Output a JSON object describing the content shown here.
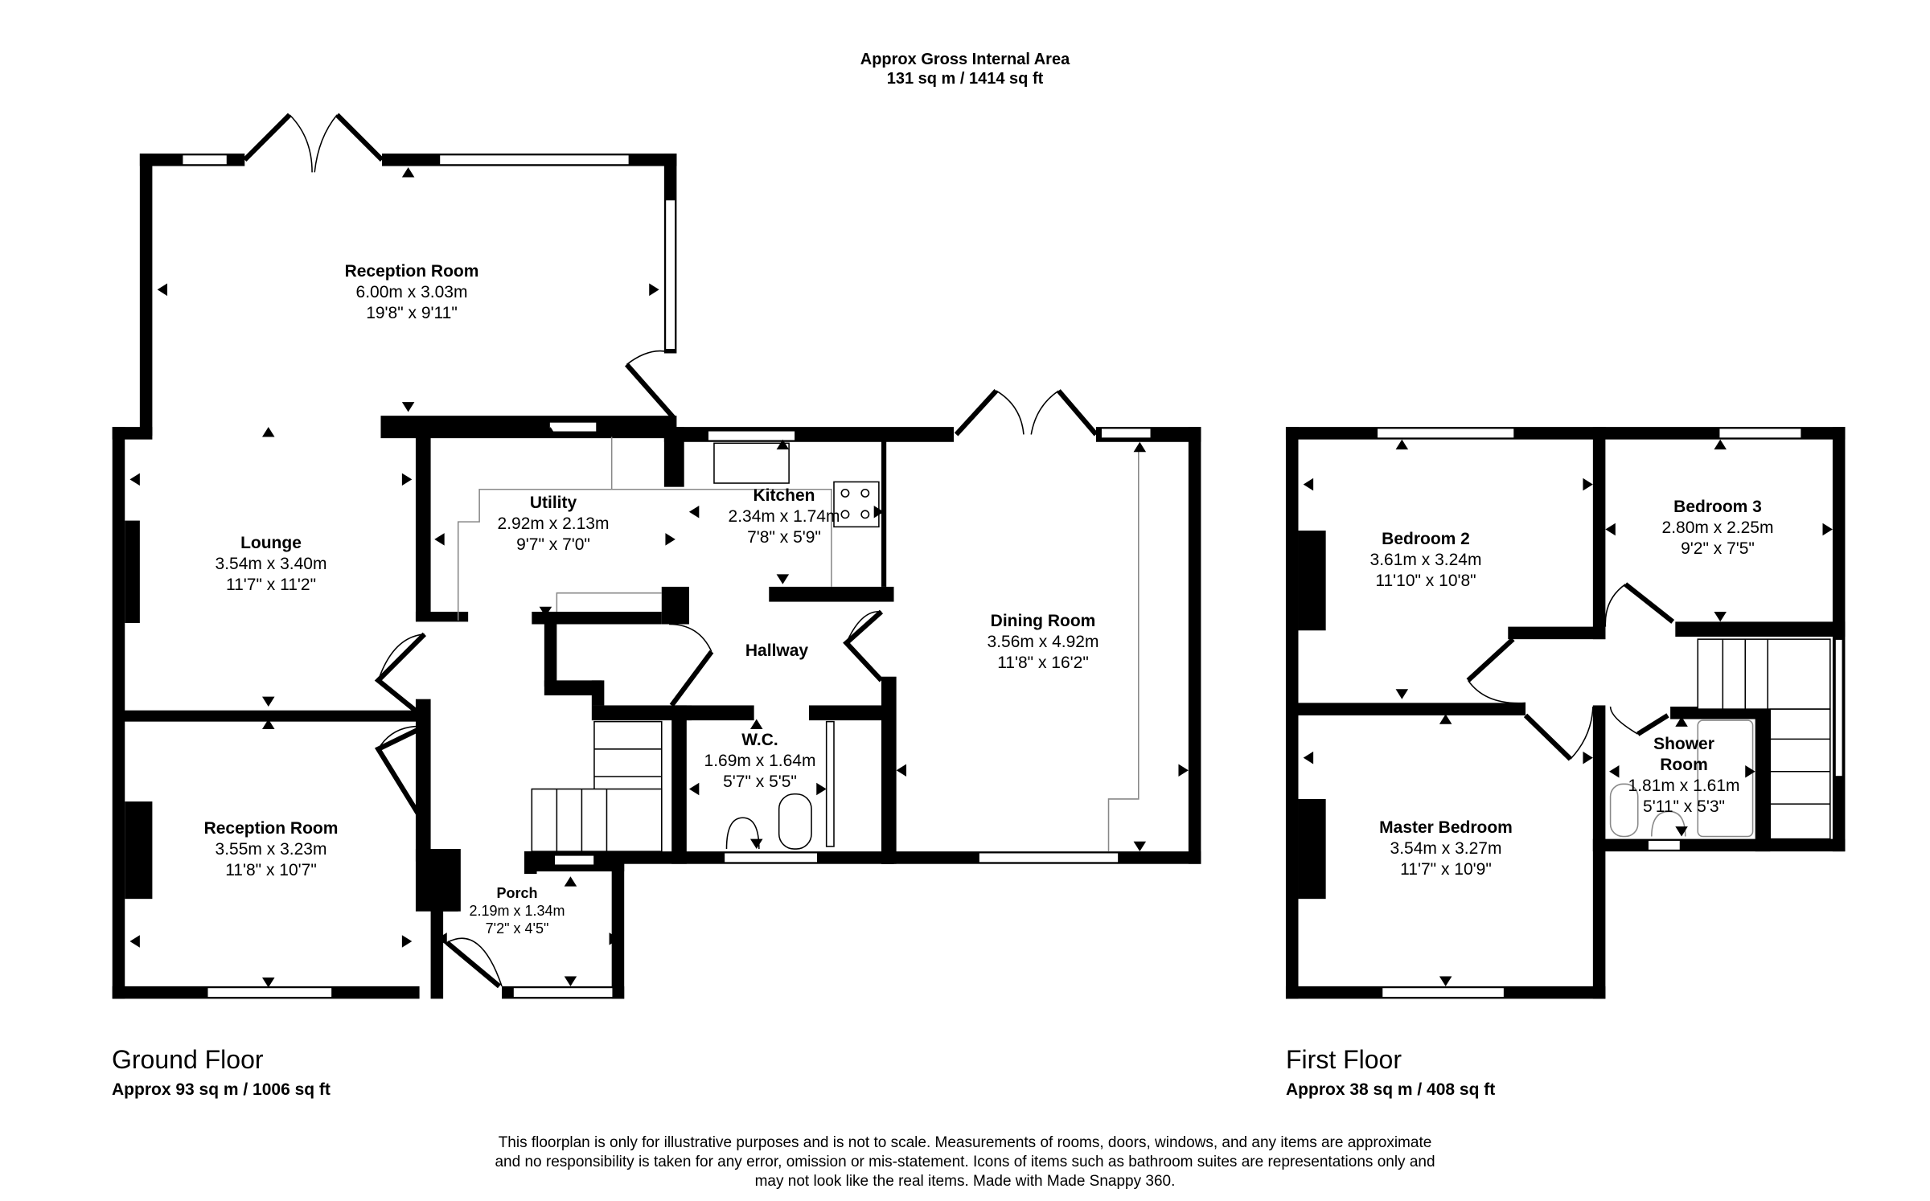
{
  "header": {
    "title": "Approx Gross Internal Area",
    "total_area": "131 sq m / 1414 sq ft"
  },
  "ground_floor": {
    "title": "Ground Floor",
    "area": "Approx 93 sq m / 1006 sq ft",
    "rooms": [
      {
        "name": "Reception Room",
        "metric": "6.00m x 3.03m",
        "imperial": "19'8\" x 9'11\""
      },
      {
        "name": "Lounge",
        "metric": "3.54m x 3.40m",
        "imperial": "11'7\" x 11'2\""
      },
      {
        "name": "Reception Room",
        "metric": "3.55m x 3.23m",
        "imperial": "11'8\" x 10'7\""
      },
      {
        "name": "Utility",
        "metric": "2.92m x 2.13m",
        "imperial": "9'7\" x 7'0\""
      },
      {
        "name": "Kitchen",
        "metric": "2.34m x 1.74m",
        "imperial": "7'8\" x 5'9\""
      },
      {
        "name": "Hallway",
        "metric": "",
        "imperial": ""
      },
      {
        "name": "W.C.",
        "metric": "1.69m x 1.64m",
        "imperial": "5'7\" x 5'5\""
      },
      {
        "name": "Porch",
        "metric": "2.19m x 1.34m",
        "imperial": "7'2\" x 4'5\""
      },
      {
        "name": "Dining Room",
        "metric": "3.56m x 4.92m",
        "imperial": "11'8\" x 16'2\""
      }
    ]
  },
  "first_floor": {
    "title": "First Floor",
    "area": "Approx 38 sq m / 408 sq ft",
    "rooms": [
      {
        "name": "Bedroom 2",
        "metric": "3.61m x 3.24m",
        "imperial": "11'10\" x 10'8\""
      },
      {
        "name": "Bedroom 3",
        "metric": "2.80m x 2.25m",
        "imperial": "9'2\" x 7'5\""
      },
      {
        "name": "Shower Room",
        "name_line1": "Shower",
        "name_line2": "Room",
        "metric": "1.81m x 1.61m",
        "imperial": "5'11\" x 5'3\""
      },
      {
        "name": "Master Bedroom",
        "metric": "3.54m x 3.27m",
        "imperial": "11'7\" x 10'9\""
      }
    ]
  },
  "disclaimer": {
    "line1": "This floorplan is only for illustrative purposes and is not to scale. Measurements of rooms, doors, windows, and any items are approximate",
    "line2": "and no responsibility is taken for any error, omission or mis-statement. Icons of items such as bathroom suites are representations only and",
    "line3": "may not look like the real items. Made with Made Snappy 360."
  },
  "colors": {
    "wall": "#000000",
    "background": "#ffffff",
    "fixture_line": "#888888"
  }
}
